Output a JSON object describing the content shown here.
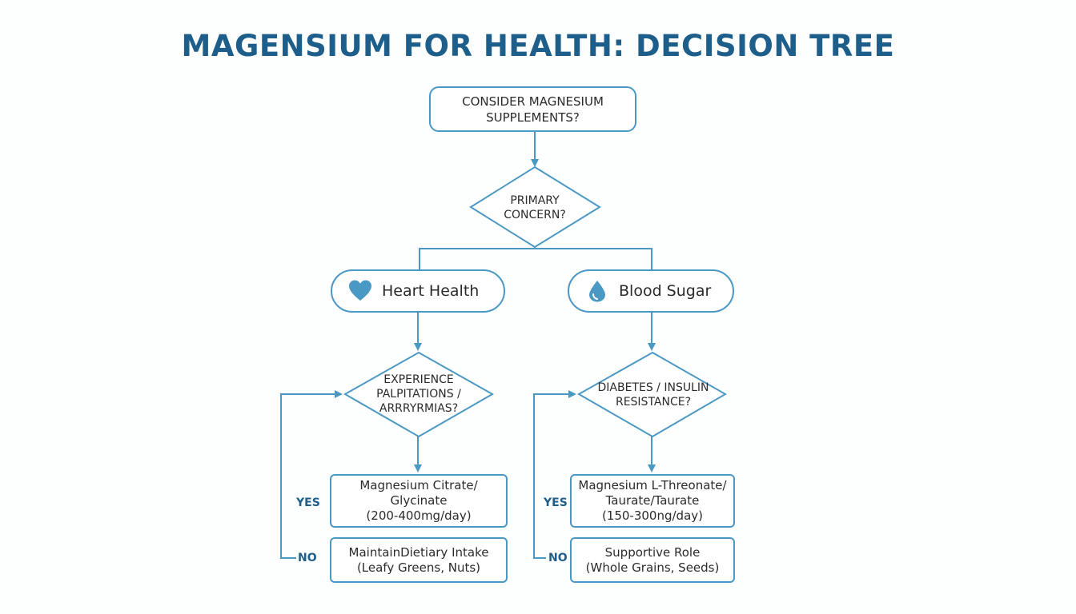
{
  "title": "MAGENSIUM FOR HEALTH: DECISION TREE",
  "start": {
    "line1": "CONSIDER MAGNESIUM",
    "line2": "SUPPLEMENTS?"
  },
  "decision_primary": {
    "line1": "PRIMARY",
    "line2": "CONCERN?"
  },
  "heart": {
    "label": "Heart Health",
    "icon": "heart-icon",
    "decision": {
      "line1": "EXPERIENCE",
      "line2": "PALPITATIONS /",
      "line3": "ARRRYRMIAS?"
    },
    "yes_label": "YES",
    "yes_box": {
      "line1": "Magnesium Citrate/",
      "line2": "Glycinate",
      "line3": "(200-400mg/day)"
    },
    "no_label": "NO",
    "no_box": {
      "line1": "MaintainDietiary Intake",
      "line2": "(Leafy Greens, Nuts)"
    }
  },
  "sugar": {
    "label": "Blood Sugar",
    "icon": "water-drop-icon",
    "decision": {
      "line1": "DIABETES / INSULIN",
      "line2": "RESISTANCE?"
    },
    "yes_label": "YES",
    "yes_box": {
      "line1": "Magnesium L-Threonate/",
      "line2": "Taurate/Taurate",
      "line3": "(150-300ng/day)"
    },
    "no_label": "NO",
    "no_box": {
      "line1": "Supportive Role",
      "line2": "(Whole Grains, Seeds)"
    }
  },
  "colors": {
    "accent": "#4a98c4",
    "title": "#1d5f8a",
    "text": "#2b2b2b"
  }
}
